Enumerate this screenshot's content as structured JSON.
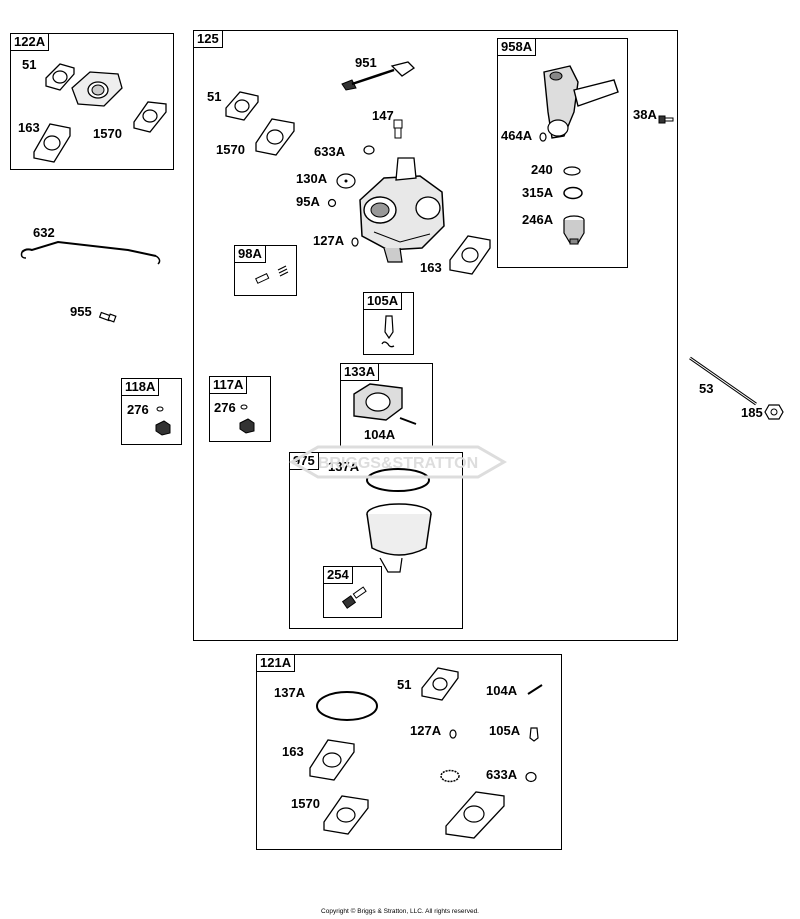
{
  "boxes": {
    "b122A": "122A",
    "b125": "125",
    "b958A": "958A",
    "b98A": "98A",
    "b105A": "105A",
    "b133A": "133A",
    "b118A": "118A",
    "b117A": "117A",
    "b975": "975",
    "b254": "254",
    "b121A": "121A"
  },
  "labels": {
    "l51a": "51",
    "l163a": "163",
    "l1570a": "1570",
    "l632": "632",
    "l955": "955",
    "l276a": "276",
    "l276b": "276",
    "l951": "951",
    "l51b": "51",
    "l147": "147",
    "l1570b": "1570",
    "l633Aa": "633A",
    "l130A": "130A",
    "l95A": "95A",
    "l127Aa": "127A",
    "l163b": "163",
    "l464A": "464A",
    "l240": "240",
    "l315A": "315A",
    "l246A": "246A",
    "l38A": "38A",
    "l104Aa": "104A",
    "l137Aa": "137A",
    "l53": "53",
    "l185": "185",
    "l137Ab": "137A",
    "l51c": "51",
    "l104Ab": "104A",
    "l163c": "163",
    "l127Ab": "127A",
    "l105Ab": "105A",
    "l633Ab": "633A",
    "l1570c": "1570"
  },
  "watermark": "BRIGGS&STRATTON",
  "copyright": "Copyright © Briggs & Stratton, LLC. All rights reserved."
}
